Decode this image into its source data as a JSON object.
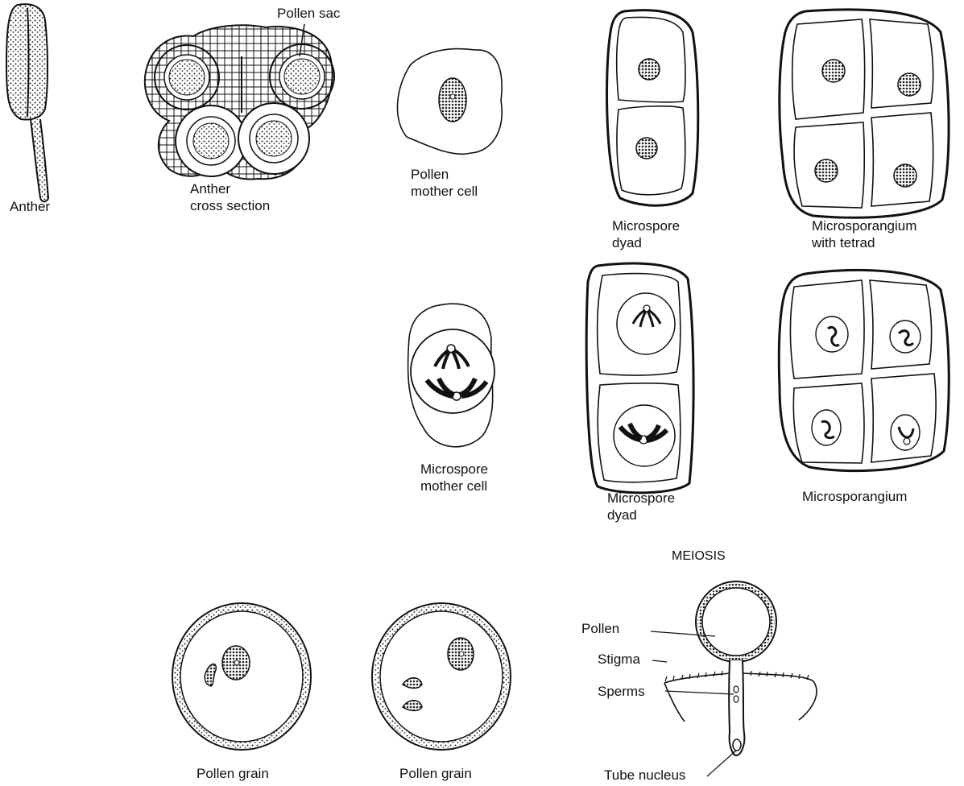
{
  "labels": {
    "anther": "Anther",
    "anther_cross_section": "Anther\ncross section",
    "pollen_sac": "Pollen sac",
    "pollen_mother_cell": "Pollen\nmother cell",
    "microspore_dyad_top": "Microspore\ndyad",
    "microsporangium_with_tetrad": "Microsporangium\nwith tetrad",
    "microspore_mother_cell": "Microspore\nmother cell",
    "microspore_dyad_middle": "Microspore\ndyad",
    "microsporangium": "Microsporangium",
    "meiosis": "MEIOSIS",
    "pollen_grain_1": "Pollen grain",
    "pollen_grain_2": "Pollen grain",
    "pollen": "Pollen",
    "stigma": "Stigma",
    "sperms": "Sperms",
    "tube_nucleus": "Tube nucleus"
  },
  "colors": {
    "ink": "#111111",
    "background": "#ffffff"
  }
}
